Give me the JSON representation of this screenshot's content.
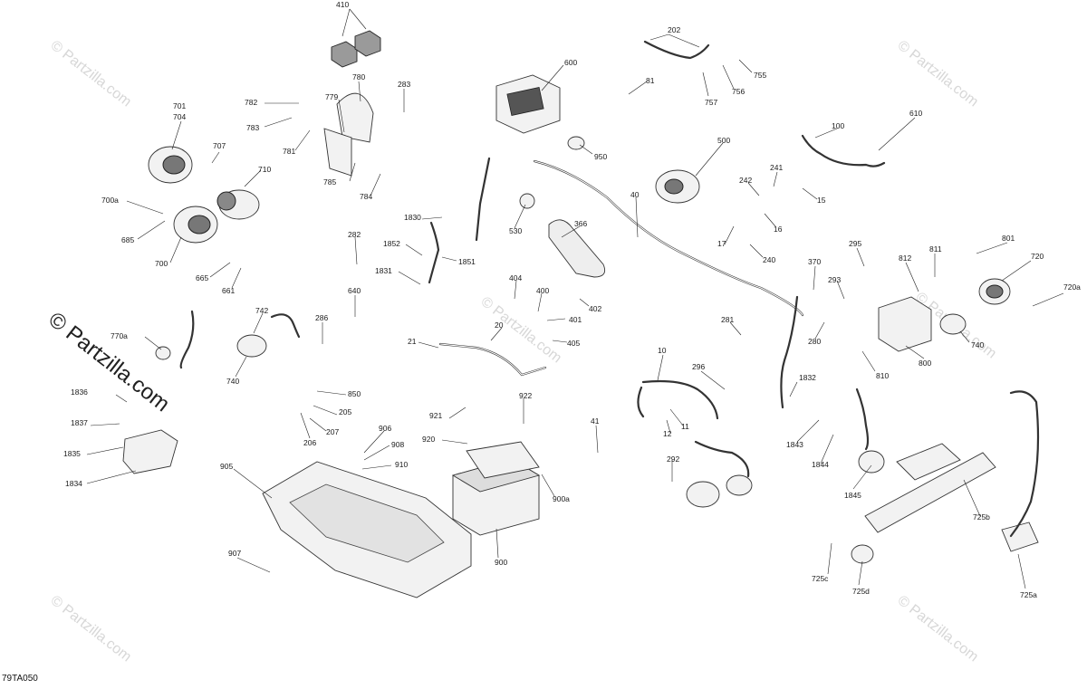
{
  "diagram": {
    "ref_code": "79TA050",
    "watermark_small": "© Partzilla.com",
    "watermark_large": "© Partzilla.com",
    "labels": {
      "l410": "410",
      "l202": "202",
      "l600": "600",
      "l755": "755",
      "l757": "757",
      "l756": "756",
      "l81": "81",
      "l780": "780",
      "l283": "283",
      "l779": "779",
      "l782": "782",
      "l783": "783",
      "l781": "781",
      "l701": "701",
      "l704": "704",
      "l707": "707",
      "l710": "710",
      "l785": "785",
      "l784": "784",
      "l950": "950",
      "l100": "100",
      "l610": "610",
      "l500": "500",
      "l241": "241",
      "l242": "242",
      "l15": "15",
      "l40": "40",
      "l16": "16",
      "l17": "17",
      "l240": "240",
      "l530": "530",
      "l366": "366",
      "l1830": "1830",
      "l1852": "1852",
      "l1851": "1851",
      "l1831": "1831",
      "l282": "282",
      "l700a": "700a",
      "l685": "685",
      "l700": "700",
      "l665": "665",
      "l661": "661",
      "l742": "742",
      "l640": "640",
      "l286": "286",
      "l404": "404",
      "l400": "400",
      "l402": "402",
      "l401": "401",
      "l405": "405",
      "l20": "20",
      "l21": "21",
      "l370": "370",
      "l295": "295",
      "l812": "812",
      "l811": "811",
      "l801": "801",
      "l720": "720",
      "l720a": "720a",
      "l293": "293",
      "l281": "281",
      "l280": "280",
      "l740r": "740",
      "l800": "800",
      "l810": "810",
      "l770a": "770a",
      "l740l": "740",
      "l10": "10",
      "l296": "296",
      "l1832": "1832",
      "l850": "850",
      "l205": "205",
      "l207": "207",
      "l206": "206",
      "l906": "906",
      "l908": "908",
      "l910": "910",
      "l922": "922",
      "l921": "921",
      "l920": "920",
      "l41": "41",
      "l11": "11",
      "l12": "12",
      "l1843": "1843",
      "l1844": "1844",
      "l1836": "1836",
      "l1837": "1837",
      "l1835": "1835",
      "l1834": "1834",
      "l905": "905",
      "l292": "292",
      "l900a": "900a",
      "l1845": "1845",
      "l725b": "725b",
      "l900": "900",
      "l907": "907",
      "l725c": "725c",
      "l725d": "725d",
      "l725a": "725a"
    }
  }
}
